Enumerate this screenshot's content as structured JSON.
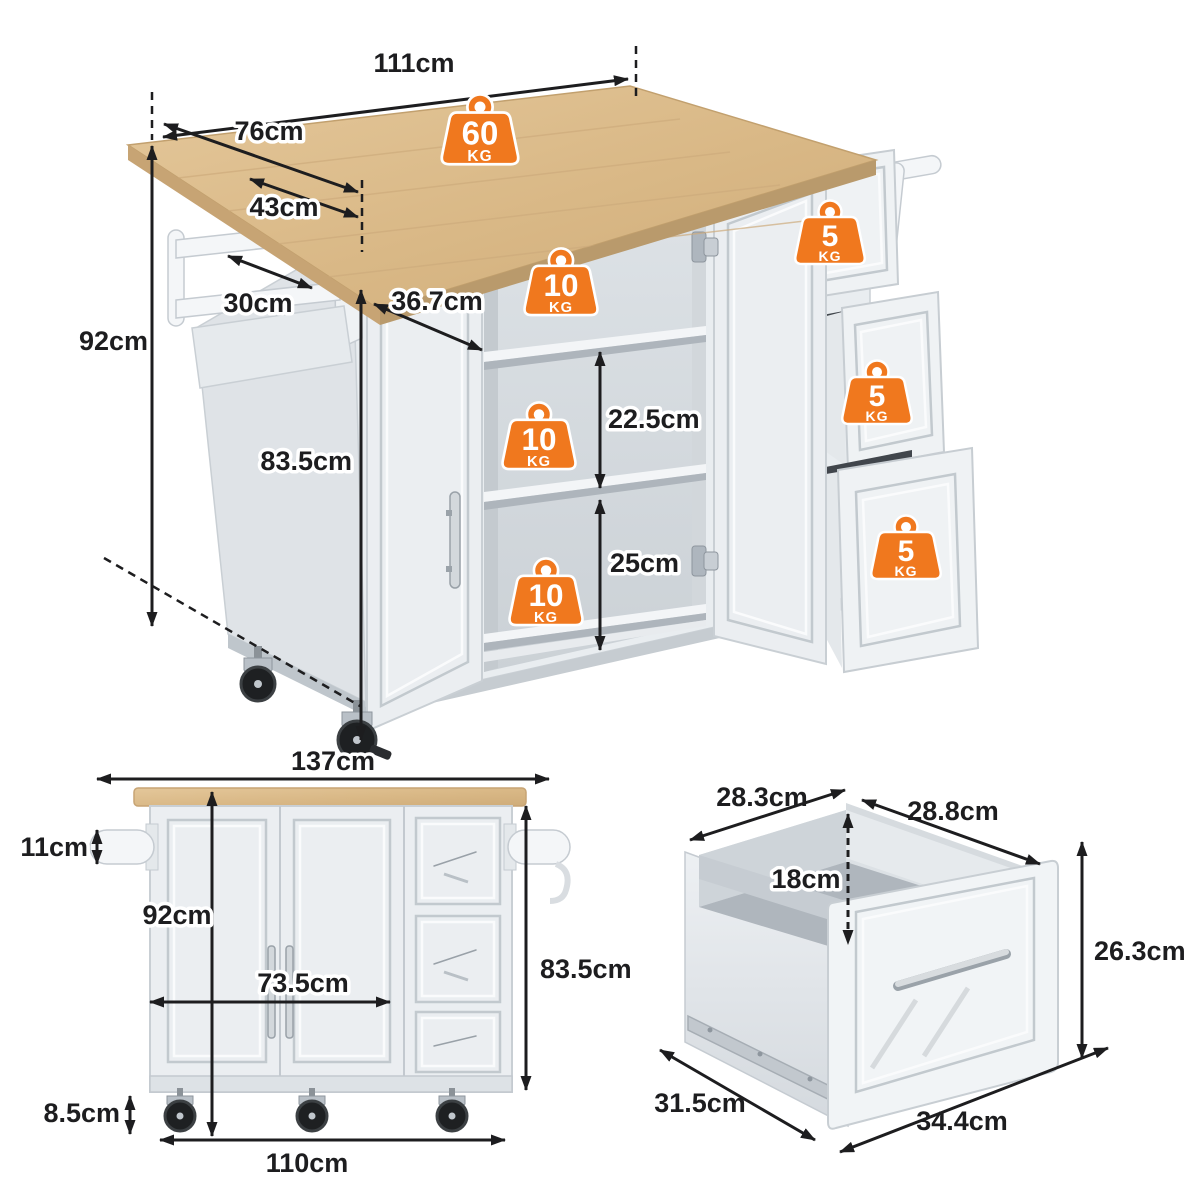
{
  "colors": {
    "accent_orange": "#F0781E",
    "dim_text": "#1D1D1F",
    "wood": "#DCBD8F",
    "body_light": "#E9EDF0"
  },
  "main_view": {
    "dims": {
      "top_length": "111cm",
      "top_depth": "76cm",
      "leaf_depth": "43cm",
      "rack_width": "30cm",
      "total_height": "92cm",
      "cabinet_height": "83.5cm",
      "door_width": "36.7cm",
      "shelf_gap_upper": "22.5cm",
      "shelf_gap_lower": "25cm"
    },
    "badges": [
      {
        "value": "60",
        "unit": "KG"
      },
      {
        "value": "10",
        "unit": "KG"
      },
      {
        "value": "10",
        "unit": "KG"
      },
      {
        "value": "10",
        "unit": "KG"
      },
      {
        "value": "5",
        "unit": "KG"
      },
      {
        "value": "5",
        "unit": "KG"
      },
      {
        "value": "5",
        "unit": "KG"
      }
    ]
  },
  "front_view": {
    "dims": {
      "overall_width": "137cm",
      "rack_height": "11cm",
      "total_height": "92cm",
      "doors_width": "73.5cm",
      "cabinet_height": "83.5cm",
      "caster_height": "8.5cm",
      "base_width": "110cm"
    }
  },
  "drawer_view": {
    "dims": {
      "inner_width": "28.3cm",
      "inner_depth": "28.8cm",
      "inner_height": "18cm",
      "front_height": "26.3cm",
      "side_depth": "31.5cm",
      "front_width": "34.4cm"
    }
  }
}
